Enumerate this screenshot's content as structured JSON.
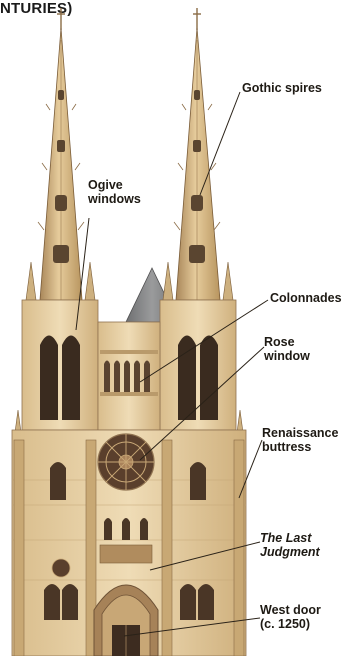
{
  "header": {
    "title": "NTURIES)"
  },
  "labels": {
    "gothic_spires": "Gothic spires",
    "ogive_windows": [
      "Ogive",
      "windows"
    ],
    "colonnades": "Colonnades",
    "rose_window": [
      "Rose",
      "window"
    ],
    "renaissance_buttress": [
      "Renaissance",
      "buttress"
    ],
    "last_judgment": [
      "The Last",
      "Judgment"
    ],
    "west_door": [
      "West door",
      "(c. 1250)"
    ]
  },
  "colors": {
    "stone_light": "#ead5ad",
    "stone_mid": "#d2b383",
    "stone_dark": "#8f7250",
    "roof_slate": "#7e7f80",
    "window_dark": "#3a2b1f",
    "leader_line": "#2a2218"
  }
}
